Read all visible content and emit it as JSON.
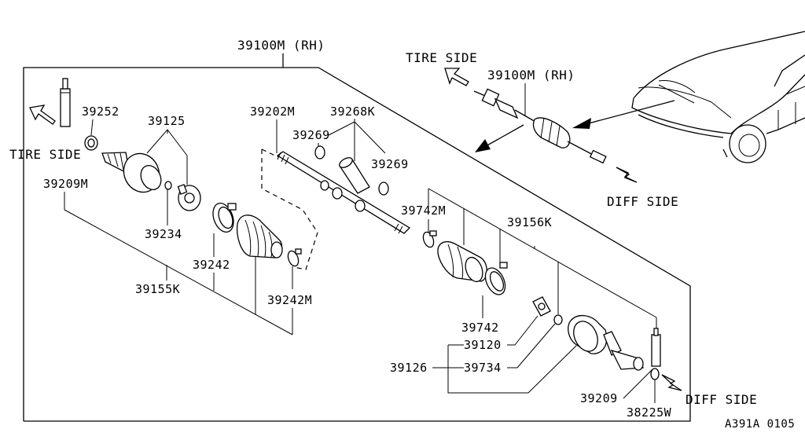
{
  "diagram": {
    "assembly_rh_main": "39100M (RH)",
    "assembly_rh_inset": "39100M (RH)",
    "tire_side_left": "TIRE SIDE",
    "tire_side_inset": "TIRE SIDE",
    "diff_side_inset": "DIFF SIDE",
    "diff_side_bottom": "DIFF SIDE",
    "diagram_code": "A391A 0105",
    "parts": {
      "p39252": "39252",
      "p39125": "39125",
      "p39209M": "39209M",
      "p39234": "39234",
      "p39242": "39242",
      "p39155K": "39155K",
      "p39242M": "39242M",
      "p39202M": "39202M",
      "p39268K": "39268K",
      "p39269a": "39269",
      "p39269b": "39269",
      "p39742M": "39742M",
      "p39156K": "39156K",
      "p39742": "39742",
      "p39120": "39120",
      "p39126": "39126",
      "p39734": "39734",
      "p39209": "39209",
      "p38225W": "38225W"
    }
  }
}
